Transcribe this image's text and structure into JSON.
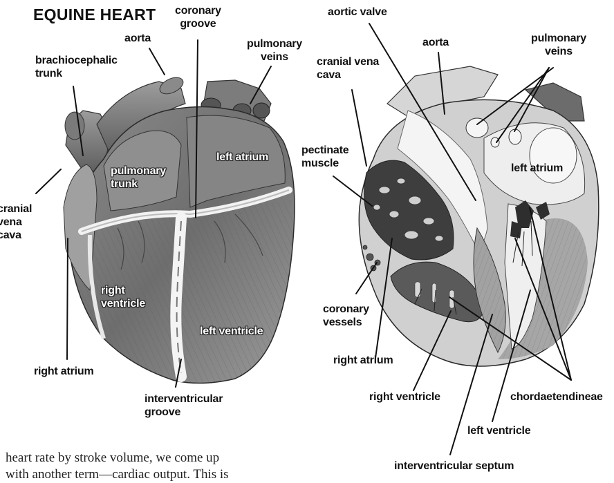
{
  "title": "EQUINE HEART",
  "external_view": {
    "labels": {
      "aorta": "aorta",
      "coronary_groove": "coronary\ngroove",
      "pulmonary_veins": "pulmonary\nveins",
      "brachiocephalic_trunk": "brachiocephalic\ntrunk",
      "left_atrium": "left atrium",
      "pulmonary_trunk": "pulmonary\ntrunk",
      "cranial_vena_cava": "cranial\nvena\ncava",
      "right_ventricle": "right\nventricle",
      "left_ventricle": "left ventricle",
      "right_atrium": "right atrium",
      "interventricular_groove": "interventricular\ngroove"
    }
  },
  "section_view": {
    "labels": {
      "aortic_valve": "aortic valve",
      "aorta": "aorta",
      "pulmonary_veins": "pulmonary\nveins",
      "cranial_vena_cava": "cranial vena\ncava",
      "pectinate_muscle": "pectinate\nmuscle",
      "left_atrium": "left atrium",
      "coronary_vessels": "coronary\nvessels",
      "right_atrium": "right atrium",
      "right_ventricle": "right ventricle",
      "chordaetendineae": "chordaetendineae",
      "left_ventricle": "left ventricle",
      "interventricular_septum": "interventricular septum"
    }
  },
  "body_text": {
    "line1": "heart rate by stroke volume, we come up",
    "line2": "with another term—cardiac output. This is"
  }
}
